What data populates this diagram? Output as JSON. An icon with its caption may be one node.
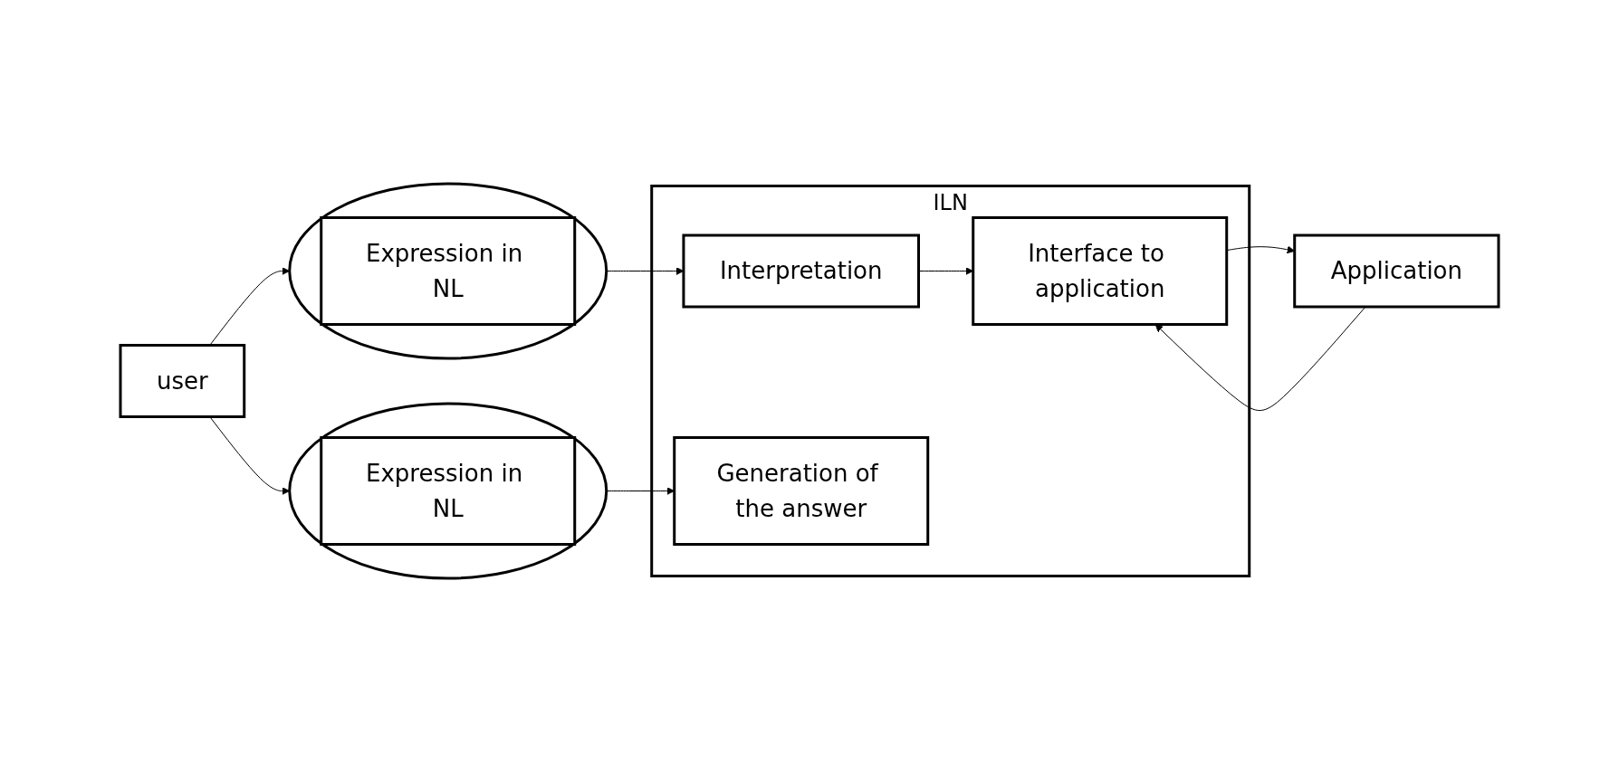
{
  "diagram": {
    "nodes": [
      {
        "text": [
          "user"
        ]
      },
      {
        "text": [],
        "shape": "ellipse"
      },
      {
        "text": [
          "Expression in NL"
        ],
        "in": 1
      },
      {
        "text": [],
        "shape": "ellipse"
      },
      {
        "text": [
          "Expression in NL"
        ],
        "in": 3
      },
      {
        "text": [
          "ILN"
        ]
      },
      {
        "text": [
          "Interpretation"
        ],
        "in": 5
      },
      {
        "text": [
          "Interface to application"
        ],
        "in": 5
      },
      {
        "text": [
          "Generation of the answer"
        ],
        "in": 5
      },
      {
        "text": [
          "Application"
        ]
      }
    ],
    "edges": [
      {
        "from": 0,
        "to": 1,
        "arrow": "to"
      },
      {
        "from": 0,
        "to": 3,
        "arrow": "to"
      },
      {
        "from": 1,
        "to": 6,
        "arrow": "to"
      },
      {
        "from": 6,
        "to": 7,
        "arrow": "to"
      },
      {
        "from": 7,
        "to": 9,
        "arrow": "to"
      },
      {
        "from": 9,
        "to": 7,
        "arrow": "to"
      },
      {
        "from": 3,
        "to": 8,
        "arrow": "to"
      }
    ]
  }
}
